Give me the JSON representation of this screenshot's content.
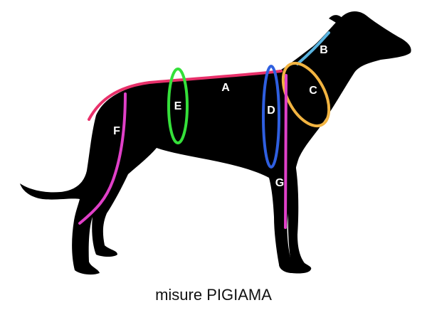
{
  "caption": "misure PIGIAMA",
  "colors": {
    "silhouette": "#000000",
    "A": "#e8306a",
    "B": "#5ab4e0",
    "C": "#f2b441",
    "D": "#2f5fe0",
    "E": "#35e03a",
    "F": "#e040c8",
    "G": "#e040c8"
  },
  "measurements": [
    {
      "key": "A",
      "label": "A"
    },
    {
      "key": "B",
      "label": "B"
    },
    {
      "key": "C",
      "label": "C"
    },
    {
      "key": "D",
      "label": "D"
    },
    {
      "key": "E",
      "label": "E"
    },
    {
      "key": "F",
      "label": "F"
    },
    {
      "key": "G",
      "label": "G"
    }
  ]
}
